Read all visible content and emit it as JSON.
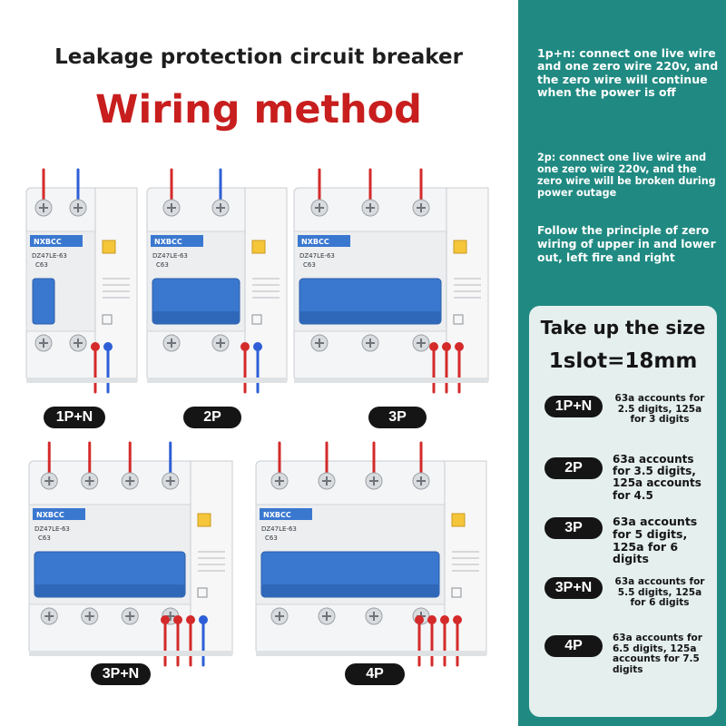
{
  "header": {
    "subtitle": "Leakage protection circuit breaker",
    "title": "Wiring method"
  },
  "colors": {
    "panel": "#208a82",
    "live_wire": "#d42a2a",
    "neutral_wire": "#2e5fd6",
    "handle_blue": "#3a78d0",
    "title_red": "#c81e1e"
  },
  "breakers": [
    {
      "label": "1P+N",
      "brand": "NXBCC",
      "model": "DZ47LE-63",
      "rating": "C63"
    },
    {
      "label": "2P",
      "brand": "NXBCC",
      "model": "DZ47LE-63",
      "rating": "C63"
    },
    {
      "label": "3P",
      "brand": "NXBCC",
      "model": "DZ47LE-63",
      "rating": "C63"
    },
    {
      "label": "3P+N",
      "brand": "NXBCC",
      "model": "DZ47LE-63",
      "rating": "C63"
    },
    {
      "label": "4P",
      "brand": "NXBCC",
      "model": "DZ47LE-63",
      "rating": "C63"
    }
  ],
  "notes": [
    "1p+n: connect one live wire and one zero wire 220v, and the zero wire will continue when the power is off",
    "2p: connect one live wire and one zero wire 220v, and the zero wire will be broken during power outage",
    "Follow the principle of zero wiring of upper in and lower out, left fire and right"
  ],
  "size": {
    "title": "Take up the size",
    "slot": "1slot=18mm",
    "rows": [
      {
        "label": "1P+N",
        "text": "63a accounts for 2.5 digits, 125a for 3 digits"
      },
      {
        "label": "2P",
        "text": "63a accounts for 3.5 digits, 125a accounts for 4.5"
      },
      {
        "label": "3P",
        "text": "63a accounts for 5 digits, 125a for 6 digits"
      },
      {
        "label": "3P+N",
        "text": "63a accounts for 5.5 digits, 125a for 6 digits"
      },
      {
        "label": "4P",
        "text": "63a accounts for 6.5 digits, 125a accounts for 7.5 digits"
      }
    ]
  }
}
